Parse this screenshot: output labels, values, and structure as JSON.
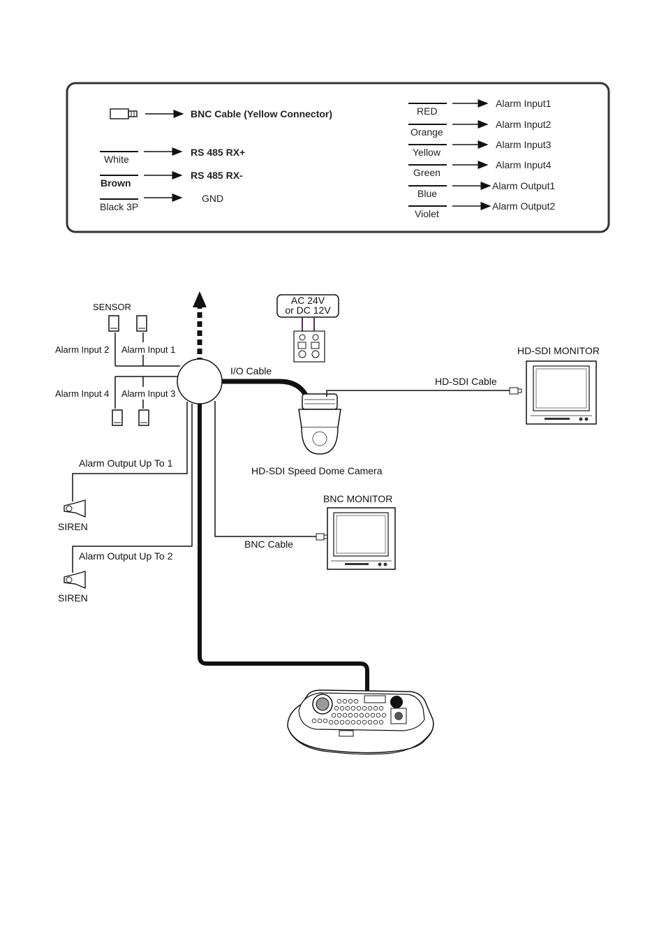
{
  "legend": {
    "bnc": {
      "label": "BNC Cable (Yellow Connector)",
      "icon": "bnc-connector-icon"
    },
    "rs485": [
      {
        "wire": "White",
        "signal": "RS 485 RX+"
      },
      {
        "wire": "Brown",
        "signal": "RS 485 RX-"
      },
      {
        "wire": "Black 3P",
        "signal": "GND"
      }
    ],
    "alarm_wires": [
      {
        "wire": "RED",
        "signal": "Alarm Input1"
      },
      {
        "wire": "Orange",
        "signal": "Alarm Input2"
      },
      {
        "wire": "Yellow",
        "signal": "Alarm Input3"
      },
      {
        "wire": "Green",
        "signal": "Alarm Input4"
      },
      {
        "wire": "Blue",
        "signal": "Alarm Output1"
      },
      {
        "wire": "Violet",
        "signal": "Alarm Output2"
      }
    ]
  },
  "diagram": {
    "sensor_label": "SENSOR",
    "alarm_input_2": "Alarm Input 2",
    "alarm_input_1": "Alarm Input 1",
    "alarm_input_4": "Alarm Input 4",
    "alarm_input_3": "Alarm Input 3",
    "power_line1": "AC 24V",
    "power_line2": "or DC 12V",
    "io_cable": "I/O Cable",
    "hdsdi_cable": "HD-SDI Cable",
    "hdsdi_monitor": "HD-SDI MONITOR",
    "camera_label": "HD-SDI Speed Dome Camera",
    "alarm_output_1": "Alarm Output Up To 1",
    "siren_1": "SIREN",
    "bnc_monitor": "BNC MONITOR",
    "bnc_cable": "BNC Cable",
    "alarm_output_2": "Alarm Output Up To 2",
    "siren_2": "SIREN",
    "colors": {
      "line": "#111111",
      "power_wire": "#5a2a5a"
    }
  }
}
